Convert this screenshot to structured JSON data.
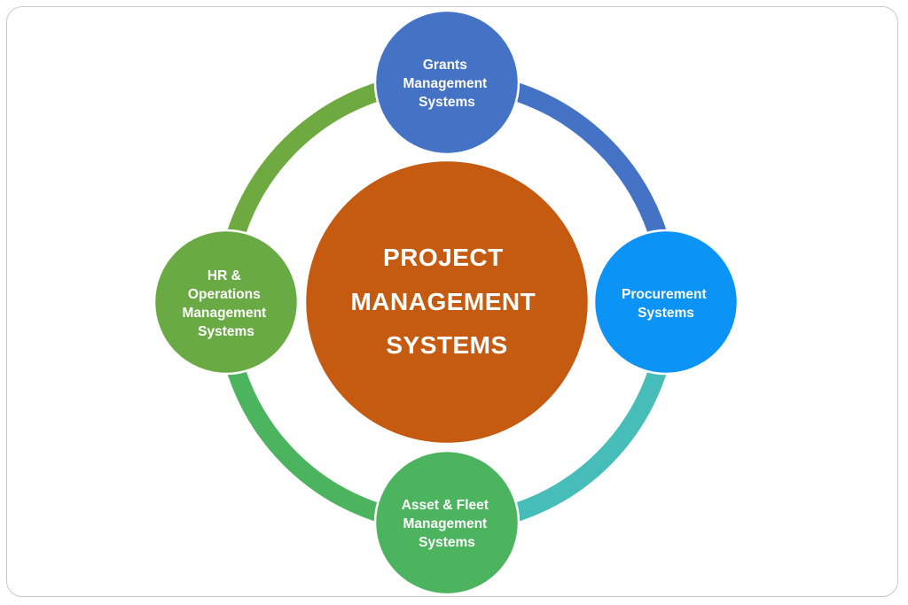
{
  "center": {
    "lines": [
      "PROJECT",
      "MANAGEMENT",
      "SYSTEMS"
    ],
    "color": "#C55A11"
  },
  "nodes": [
    {
      "id": "grants",
      "lines": [
        "Grants",
        "Management",
        "Systems"
      ],
      "color": "#4472C4"
    },
    {
      "id": "procurement",
      "lines": [
        "Procurement",
        "Systems"
      ],
      "color": "#0B93F5"
    },
    {
      "id": "asset-fleet",
      "lines": [
        "Asset & Fleet",
        "Management",
        "Systems"
      ],
      "color": "#4CB35F"
    },
    {
      "id": "hr-operations",
      "lines": [
        "HR &",
        "Operations",
        "Management",
        "Systems"
      ],
      "color": "#6AAA45"
    }
  ],
  "ring_colors": {
    "grants_to_procurement": "#4472C4",
    "procurement_to_asset": "#46BDB8",
    "asset_to_hr": "#4CB35F",
    "hr_to_grants": "#6FAA40"
  }
}
